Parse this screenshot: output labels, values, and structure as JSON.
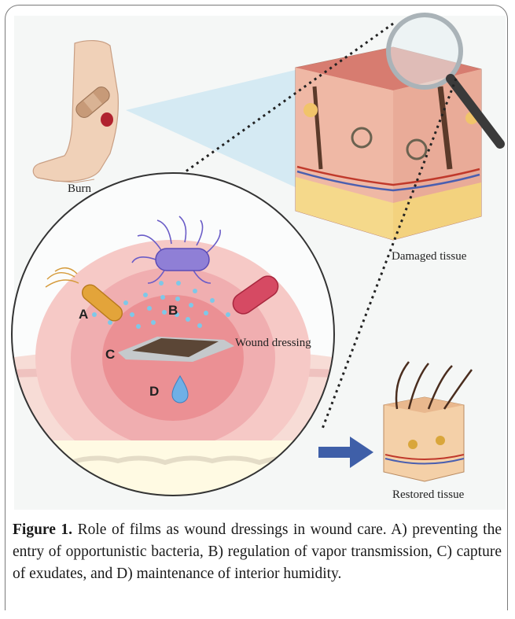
{
  "labels": {
    "burn": "Burn",
    "damaged_tissue": "Damaged tissue",
    "restored_tissue": "Restored tissue",
    "wound_dressing": "Wound dressing",
    "letter_a": "A",
    "letter_b": "B",
    "letter_c": "C",
    "letter_d": "D"
  },
  "caption": {
    "figure_label": "Figure 1.",
    "text": " Role of films as wound dressings in wound care. A) preventing the entry of opportunistic bacteria, B) regulation of vapor transmission, C) capture of exudates, and D) maintenance of interior humidity."
  },
  "icons": [
    "magnifier-icon",
    "bandage-icon",
    "bacteria-icon",
    "water-drop-icon",
    "arrow-right-icon"
  ],
  "colors": {
    "skin": "#e8b89a",
    "wound": "#c0392b",
    "arrow": "#3f5fa8",
    "bacteria_purple": "#8f7fd6",
    "bacteria_red": "#d64a63",
    "bacteria_orange": "#e3a43a",
    "droplets": "#7ec8e8"
  }
}
